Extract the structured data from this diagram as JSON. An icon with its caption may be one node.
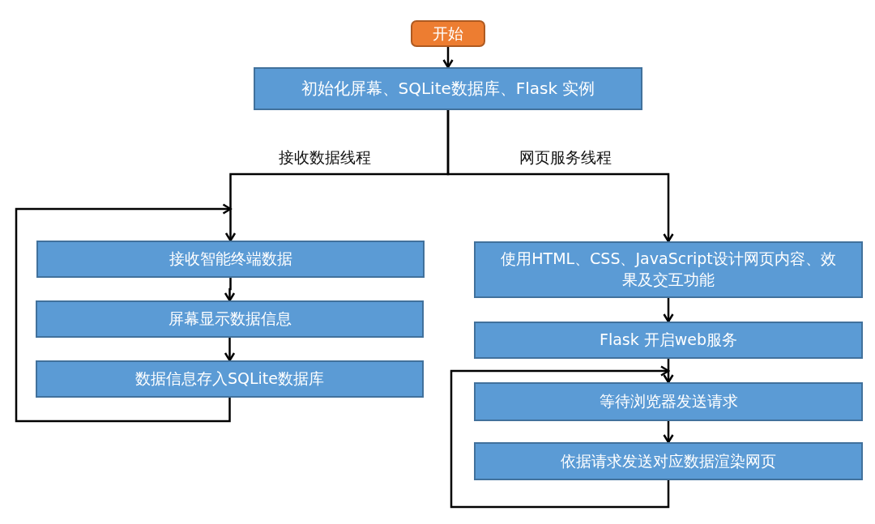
{
  "diagram": {
    "nodes": [
      {
        "text": [
          "开始"
        ]
      },
      {
        "text": [
          "初始化屏幕、SQLite数据库、Flask 实例"
        ]
      },
      {
        "text": [
          "接收智能终端数据"
        ]
      },
      {
        "text": [
          "屏幕显示数据信息"
        ]
      },
      {
        "text": [
          "数据信息存入SQLite数据库"
        ]
      },
      {
        "text": [
          "使用HTML、CSS、JavaScript设计网页内容、效果及交互功能"
        ]
      },
      {
        "text": [
          "Flask 开启web服务"
        ]
      },
      {
        "text": [
          "等待浏览器发送请求"
        ]
      },
      {
        "text": [
          "依据请求发送对应数据渲染网页"
        ]
      }
    ],
    "edges": [
      {
        "from": 0,
        "to": 1,
        "arrow": "to"
      },
      {
        "from": 1,
        "to": 2,
        "arrow": "to",
        "label": "接收数据线程"
      },
      {
        "from": 1,
        "to": 5,
        "arrow": "to",
        "label": "网页服务线程"
      },
      {
        "from": 2,
        "to": 3,
        "arrow": "to"
      },
      {
        "from": 3,
        "to": 4,
        "arrow": "to"
      },
      {
        "from": 4,
        "to": 2,
        "arrow": "to"
      },
      {
        "from": 5,
        "to": 6,
        "arrow": "to"
      },
      {
        "from": 6,
        "to": 7,
        "arrow": "to"
      },
      {
        "from": 7,
        "to": 8,
        "arrow": "to"
      },
      {
        "from": 8,
        "to": 7,
        "arrow": "to"
      }
    ]
  }
}
